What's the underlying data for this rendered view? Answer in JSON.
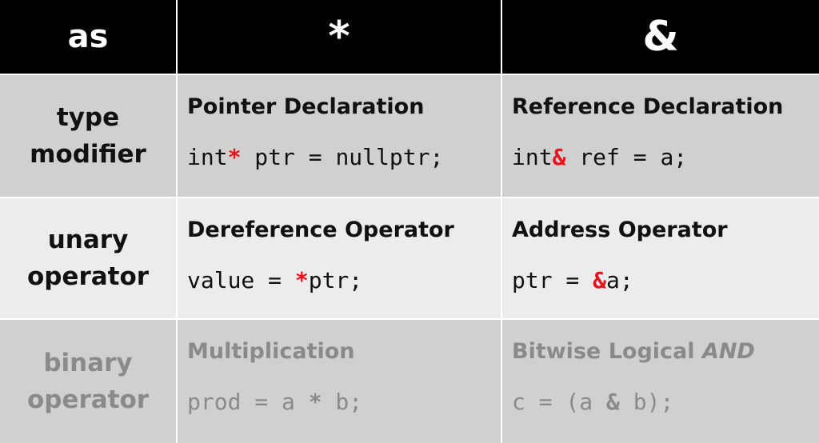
{
  "header": {
    "col0": "as",
    "col1": "*",
    "col2": "&"
  },
  "rows": [
    {
      "label_line1": "type",
      "label_line2": "modifier",
      "star": {
        "title": "Pointer Declaration",
        "code_before": "int",
        "code_op": "*",
        "code_after": " ptr = nullptr;"
      },
      "amp": {
        "title": "Reference Declaration",
        "code_before": "int",
        "code_op": "&",
        "code_after": " ref = a;"
      }
    },
    {
      "label_line1": "unary",
      "label_line2": "operator",
      "star": {
        "title": "Dereference Operator",
        "code_before": "value = ",
        "code_op": "*",
        "code_after": "ptr;"
      },
      "amp": {
        "title": "Address Operator",
        "code_before": "ptr = ",
        "code_op": "&",
        "code_after": "a;"
      }
    },
    {
      "label_line1": "binary",
      "label_line2": "operator",
      "star": {
        "title": "Multiplication",
        "code_before": "prod = a ",
        "code_op": "*",
        "code_after": " b;"
      },
      "amp": {
        "title_plain": "Bitwise Logical ",
        "title_italic": "AND",
        "code_before": "c = (a ",
        "code_op": "&",
        "code_after": " b);"
      }
    }
  ],
  "colors": {
    "header_bg": "#000000",
    "row_dark": "#d0d0d0",
    "row_light": "#ececec",
    "operator_highlight": "#e8121d",
    "dimmed_text": "#8a8a8a"
  }
}
